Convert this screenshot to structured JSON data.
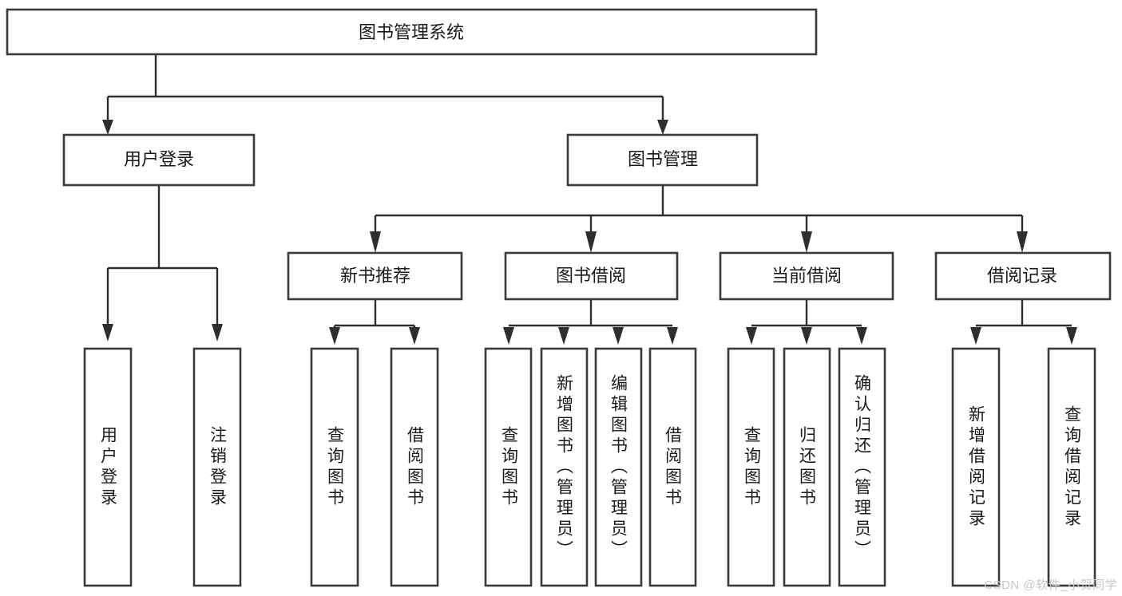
{
  "diagram": {
    "title": "图书管理系统",
    "type": "hierarchy-tree",
    "root": {
      "id": "root",
      "label": "图书管理系统"
    },
    "level1": [
      {
        "id": "user-login",
        "label": "用户登录"
      },
      {
        "id": "book-manage",
        "label": "图书管理"
      }
    ],
    "level2": [
      {
        "id": "new-book-rec",
        "label": "新书推荐",
        "parent": "book-manage"
      },
      {
        "id": "book-borrow",
        "label": "图书借阅",
        "parent": "book-manage"
      },
      {
        "id": "current-borrow",
        "label": "当前借阅",
        "parent": "book-manage"
      },
      {
        "id": "borrow-record",
        "label": "借阅记录",
        "parent": "book-manage"
      }
    ],
    "leaves": [
      {
        "id": "leaf-user-login",
        "label": "用户登录",
        "parent": "user-login"
      },
      {
        "id": "leaf-logout",
        "label": "注销登录",
        "parent": "user-login"
      },
      {
        "id": "leaf-query-book-1",
        "label": "查询图书",
        "parent": "new-book-rec"
      },
      {
        "id": "leaf-borrow-book-1",
        "label": "借阅图书",
        "parent": "new-book-rec"
      },
      {
        "id": "leaf-query-book-2",
        "label": "查询图书",
        "parent": "book-borrow"
      },
      {
        "id": "leaf-add-book",
        "label": "新增图书（管理员）",
        "parent": "book-borrow"
      },
      {
        "id": "leaf-edit-book",
        "label": "编辑图书（管理员）",
        "parent": "book-borrow"
      },
      {
        "id": "leaf-borrow-book-2",
        "label": "借阅图书",
        "parent": "book-borrow"
      },
      {
        "id": "leaf-query-book-3",
        "label": "查询图书",
        "parent": "current-borrow"
      },
      {
        "id": "leaf-return-book",
        "label": "归还图书",
        "parent": "current-borrow"
      },
      {
        "id": "leaf-confirm-return",
        "label": "确认归还（管理员）",
        "parent": "current-borrow"
      },
      {
        "id": "leaf-add-record",
        "label": "新增借阅记录",
        "parent": "borrow-record"
      },
      {
        "id": "leaf-query-record",
        "label": "查询借阅记录",
        "parent": "borrow-record"
      }
    ],
    "colors": {
      "box_stroke": "#3a3a3a",
      "box_fill": "#ffffff",
      "link": "#2e2e2e",
      "text": "#1a1a1a",
      "watermark": "#c8c8c8",
      "background": "#ffffff"
    }
  },
  "watermark": {
    "text": "CSDN @软件_小贺同学"
  }
}
